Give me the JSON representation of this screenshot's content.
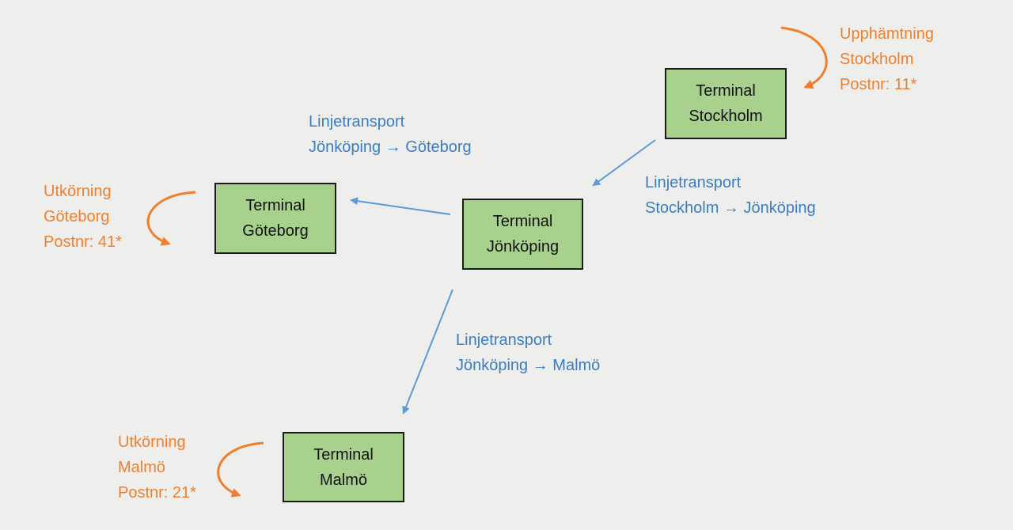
{
  "colors": {
    "background": "#eeeeec",
    "terminal_fill": "#a9d18e",
    "terminal_border": "#1a1a1a",
    "linehaul": "#5b9bd5",
    "linehaul_text": "#3b7dc4",
    "local": "#f07f2d"
  },
  "terminals": {
    "stockholm": {
      "line1": "Terminal",
      "line2": "Stockholm"
    },
    "goteborg": {
      "line1": "Terminal",
      "line2": "Göteborg"
    },
    "jonkoping": {
      "line1": "Terminal",
      "line2": "Jönköping"
    },
    "malmo": {
      "line1": "Terminal",
      "line2": "Malmö"
    }
  },
  "routes": {
    "sth_jkp": {
      "line1": "Linjetransport",
      "line2": "Stockholm → Jönköping"
    },
    "jkp_gbg": {
      "line1": "Linjetransport",
      "line2": "Jönköping → Göteborg"
    },
    "jkp_mmo": {
      "line1": "Linjetransport",
      "line2": "Jönköping → Malmö"
    }
  },
  "local": {
    "pickup_stockholm": {
      "line1": "Upphämtning",
      "line2": "Stockholm",
      "line3": "Postnr: 11*"
    },
    "delivery_goteborg": {
      "line1": "Utkörning",
      "line2": "Göteborg",
      "line3": "Postnr: 41*"
    },
    "delivery_malmo": {
      "line1": "Utkörning",
      "line2": "Malmö",
      "line3": "Postnr: 21*"
    }
  }
}
